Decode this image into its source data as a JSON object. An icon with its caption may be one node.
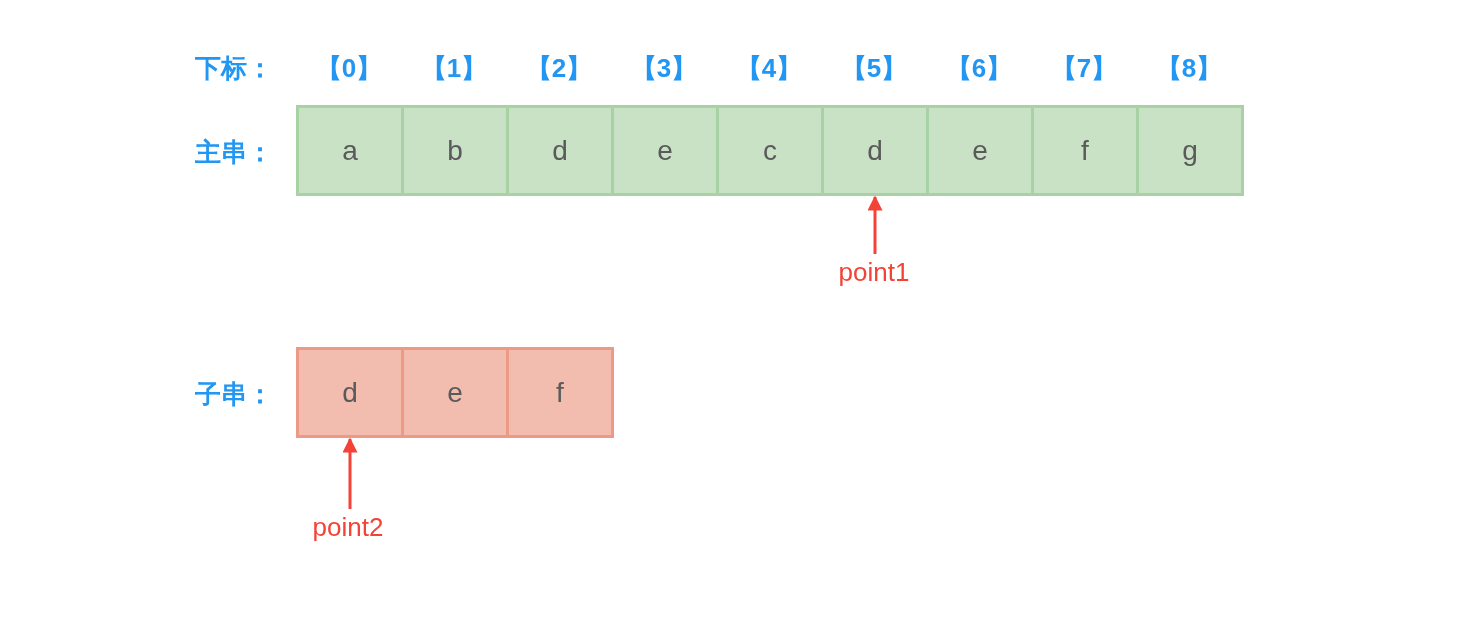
{
  "diagram": {
    "nodes": [
      {
        "text": [
          "a"
        ]
      },
      {
        "text": [
          "b"
        ]
      },
      {
        "text": [
          "d"
        ]
      },
      {
        "text": [
          "e"
        ]
      },
      {
        "text": [
          "c"
        ]
      },
      {
        "text": [
          "d"
        ]
      },
      {
        "text": [
          "e"
        ]
      },
      {
        "text": [
          "f"
        ]
      },
      {
        "text": [
          "g"
        ]
      },
      {
        "text": [
          "point1"
        ]
      },
      {
        "text": [
          "d"
        ]
      },
      {
        "text": [
          "e"
        ]
      },
      {
        "text": [
          "f"
        ]
      },
      {
        "text": [
          "point2"
        ]
      }
    ],
    "edges": [
      {
        "from": 9,
        "to": 5,
        "arrow": "to"
      },
      {
        "from": 13,
        "to": 10,
        "arrow": "to"
      }
    ],
    "labels": [
      "下标：",
      "【0】",
      "【1】",
      "【2】",
      "【3】",
      "【4】",
      "【5】",
      "【6】",
      "【7】",
      "【8】",
      "主串：",
      "子串："
    ]
  }
}
